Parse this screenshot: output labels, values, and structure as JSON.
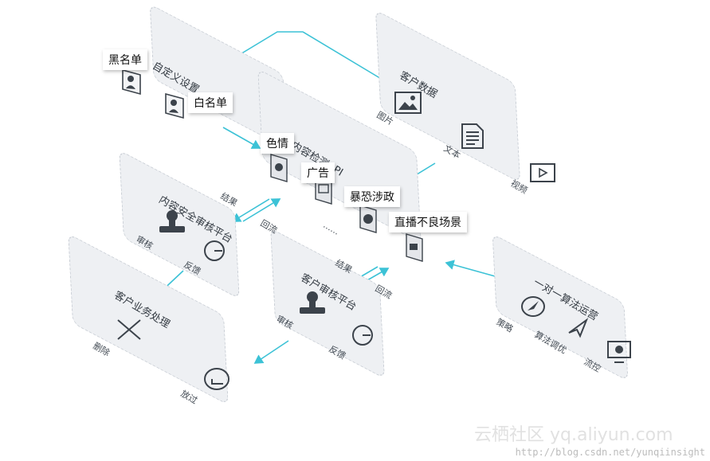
{
  "panels": {
    "custom_settings": {
      "title": "自定义设置"
    },
    "customer_data": {
      "title": "客户数据",
      "items": [
        "图片",
        "文本",
        "视频"
      ]
    },
    "content_api": {
      "title": "内容检测API",
      "ellipsis": "......"
    },
    "safety_review": {
      "title": "内容安全审核平台",
      "items": [
        "审核",
        "反馈"
      ]
    },
    "customer_review": {
      "title": "客户审核平台",
      "items": [
        "审核",
        "反馈"
      ]
    },
    "business": {
      "title": "客户业务处理",
      "items": [
        "删除",
        "放过"
      ]
    },
    "algo_ops": {
      "title": "一对一算法运营",
      "items": [
        "策略",
        "算法调优",
        "流控"
      ]
    }
  },
  "tags": {
    "blacklist": "黑名单",
    "whitelist": "白名单",
    "porn": "色情",
    "ads": "广告",
    "terror": "暴恐涉政",
    "live": "直播不良场景"
  },
  "flow_labels": {
    "result_1": "结果",
    "return_1": "回流",
    "result_2": "结果",
    "return_2": "回流"
  },
  "watermark": {
    "url": "http://blog.csdn.net/yunqiinsight",
    "brand": "云栖社区 yq.aliyun.com"
  },
  "colors": {
    "arrow": "#3cc2d6",
    "panel": "#eef0f3",
    "panel_border": "#c9ced5",
    "icon": "#3c434b"
  }
}
